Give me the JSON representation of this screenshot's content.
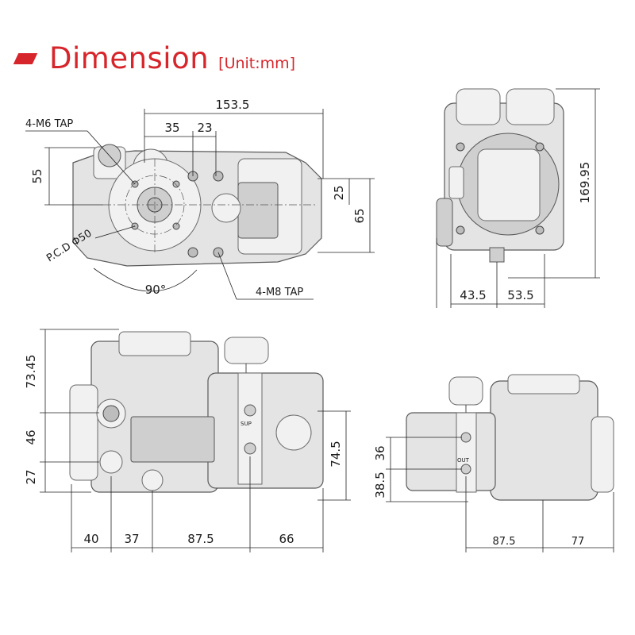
{
  "header": {
    "title": "Dimension",
    "unit": "[Unit:mm]",
    "accent_color": "#d6252b"
  },
  "top_view": {
    "overall_length": "153.5",
    "offset_a": "35",
    "offset_b": "23",
    "height_55": "55",
    "offset_25": "25",
    "height_65": "65",
    "tap_m6": "4-M6 TAP",
    "tap_m8": "4-M8 TAP",
    "pcd": "P.C.D Φ50",
    "angle": "90°"
  },
  "side_view": {
    "height": "169.95",
    "width_a": "43.5",
    "width_b": "53.5"
  },
  "front_view": {
    "h1": "73.45",
    "h2": "46",
    "h3": "27",
    "h4": "74.5",
    "w1": "40",
    "w2": "37",
    "w3": "87.5",
    "w4": "66",
    "port_labels": [
      "SUP",
      "OUT"
    ]
  },
  "rear_view": {
    "h1": "36",
    "h2": "38.5",
    "w1": "87.5",
    "w2": "77"
  }
}
